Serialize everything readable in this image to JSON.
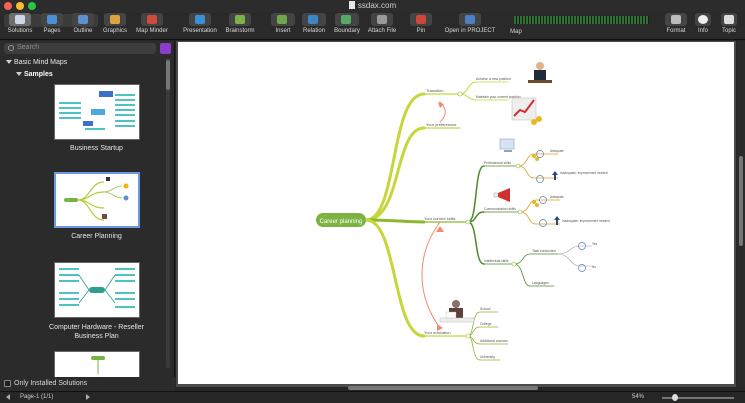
{
  "window": {
    "title": "ssdax.com"
  },
  "toolbar": {
    "items": [
      {
        "label": "Solutions",
        "selected": true
      },
      {
        "label": "Pages"
      },
      {
        "label": "Outline"
      },
      {
        "label": "Graphics"
      },
      {
        "label": "Map Minder"
      },
      {
        "label": "Presentation"
      },
      {
        "label": "Brainstorm"
      },
      {
        "label": "Insert"
      },
      {
        "label": "Relation"
      },
      {
        "label": "Boundary"
      },
      {
        "label": "Attach File"
      },
      {
        "label": "Pin"
      },
      {
        "label": "Open in PROJECT"
      },
      {
        "label": "Map"
      },
      {
        "label": "Format"
      },
      {
        "label": "Info"
      },
      {
        "label": "Topic"
      }
    ]
  },
  "sidebar": {
    "search_placeholder": "Search",
    "tree": {
      "category": "Basic Mind Maps",
      "subcategory": "Samples"
    },
    "thumbnails": [
      {
        "label": "Business Startup"
      },
      {
        "label": "Career Planning",
        "selected": true
      },
      {
        "label": "Computer Hardware - Reseller Business Plan"
      },
      {
        "label": ""
      }
    ],
    "only_installed_label": "Only Installed Solutions"
  },
  "mindmap": {
    "central": "Career planning",
    "branches": {
      "b1": "Transition",
      "b1_a": "Achieve a new position",
      "b1_b": "Maintain your current position",
      "b2": "Your preferences",
      "b3": "Your current skills",
      "b3_a": "Professional skills",
      "b3_b": "Communication skills",
      "b3_c": "Intellectual skills",
      "b3_c1": "Task conducted",
      "b3_c2": "Languages",
      "b4": "Your education",
      "b4_a": "School",
      "b4_b": "College",
      "b4_c": "Additional courses",
      "b4_d": "University",
      "adequate": "Adequate",
      "inadequate": "Inadequate: improvement needed",
      "yes": "Yes",
      "no": "No"
    }
  },
  "statusbar": {
    "page": "Page-1 (1/1)",
    "zoom": "54%"
  }
}
